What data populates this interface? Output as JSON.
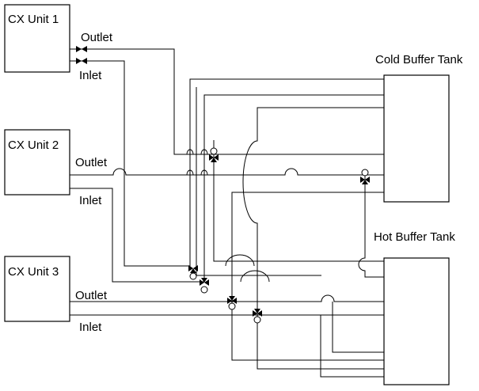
{
  "units": [
    {
      "name": "CX Unit 1",
      "outlet_label": "Outlet",
      "inlet_label": "Inlet"
    },
    {
      "name": "CX Unit 2",
      "outlet_label": "Outlet",
      "inlet_label": "Inlet"
    },
    {
      "name": "CX Unit 3",
      "outlet_label": "Outlet",
      "inlet_label": "Inlet"
    }
  ],
  "tanks": {
    "cold": {
      "name": "Cold Buffer Tank"
    },
    "hot": {
      "name": "Hot Buffer Tank"
    }
  },
  "colors": {
    "line": "#000000",
    "background": "#ffffff"
  }
}
